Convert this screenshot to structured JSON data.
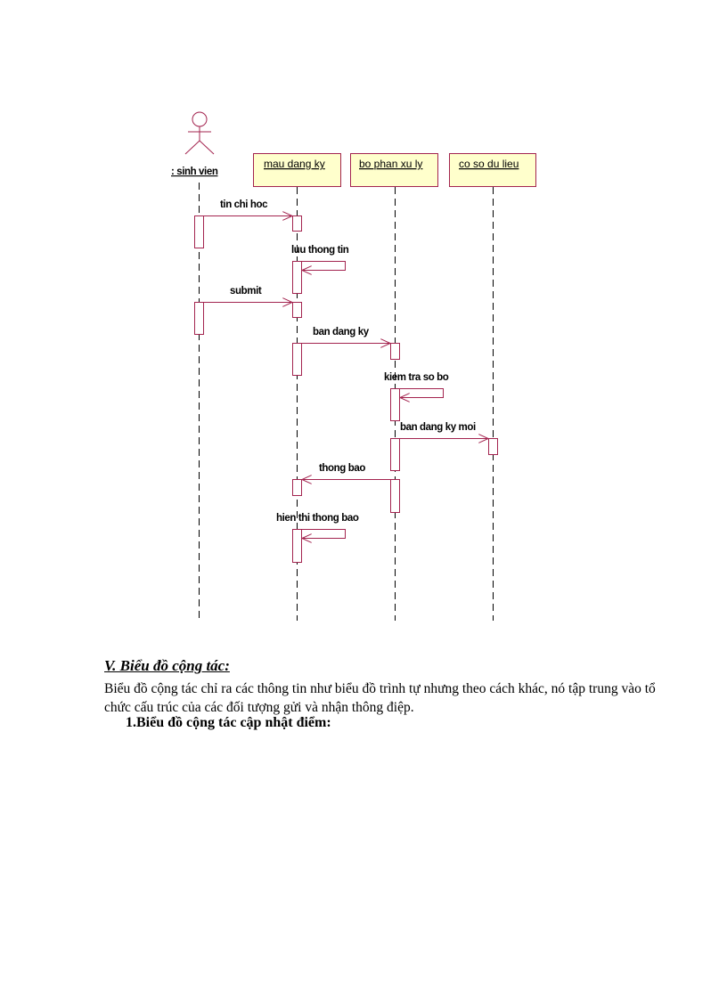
{
  "diagram": {
    "type": "sequence-diagram",
    "colors": {
      "line": "#A3244F",
      "box_fill": "#FFFFCC",
      "lifeline": "#000000"
    },
    "actor": {
      "label": ": sinh vien"
    },
    "objects": [
      {
        "label": "mau dang ky"
      },
      {
        "label": "bo phan xu ly"
      },
      {
        "label": "co so du lieu"
      }
    ],
    "messages": [
      {
        "label": "tin chi hoc",
        "from": "sinh vien",
        "to": "mau dang ky"
      },
      {
        "label": "luu thong tin",
        "from": "mau dang ky",
        "to": "mau dang ky"
      },
      {
        "label": "submit",
        "from": "sinh vien",
        "to": "mau dang ky"
      },
      {
        "label": "ban dang ky",
        "from": "mau dang ky",
        "to": "bo phan xu ly"
      },
      {
        "label": "kiem tra so bo",
        "from": "bo phan xu ly",
        "to": "bo phan xu ly"
      },
      {
        "label": "ban dang ky moi",
        "from": "bo phan xu ly",
        "to": "co so du lieu"
      },
      {
        "label": "thong bao",
        "from": "bo phan xu ly",
        "to": "mau dang ky"
      },
      {
        "label": "hien thi thong bao",
        "from": "mau dang ky",
        "to": "mau dang ky"
      }
    ]
  },
  "section": {
    "heading": "V. Biểu đồ cộng tác:",
    "paragraph": "Biểu đồ cộng tác chỉ ra các thông tin như biểu đồ trình tự nhưng  theo cách khác, nó tập trung vào  tổ chức cấu trúc của các đối tượng gửi và nhận  thông điệp.",
    "subheading": "1.Biểu đồ cộng tác cập nhật  điểm:"
  }
}
